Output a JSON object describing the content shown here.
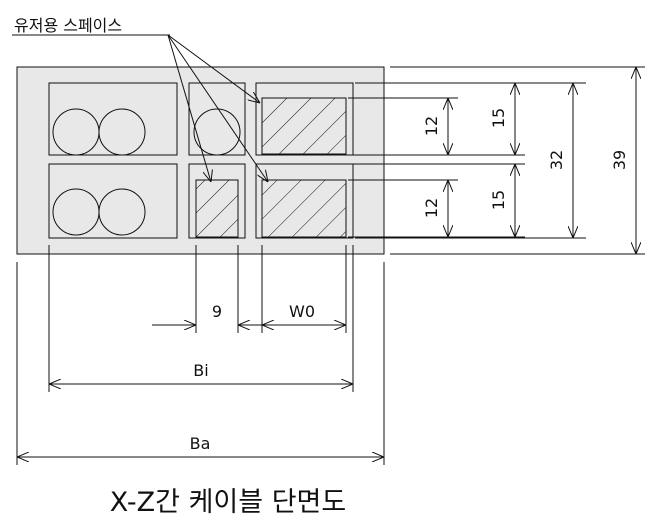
{
  "labels": {
    "user_space": "유저용 스페이스",
    "caption": "X-Z간 케이블 단면도",
    "dim_9": "9",
    "dim_w0": "W0",
    "dim_bi": "Bi",
    "dim_ba": "Ba",
    "dim_12_top": "12",
    "dim_15_top": "15",
    "dim_12_bottom": "12",
    "dim_15_bottom": "15",
    "dim_32": "32",
    "dim_39": "39"
  },
  "colors": {
    "body_fill": "#e8e8e8",
    "line": "#111111"
  }
}
